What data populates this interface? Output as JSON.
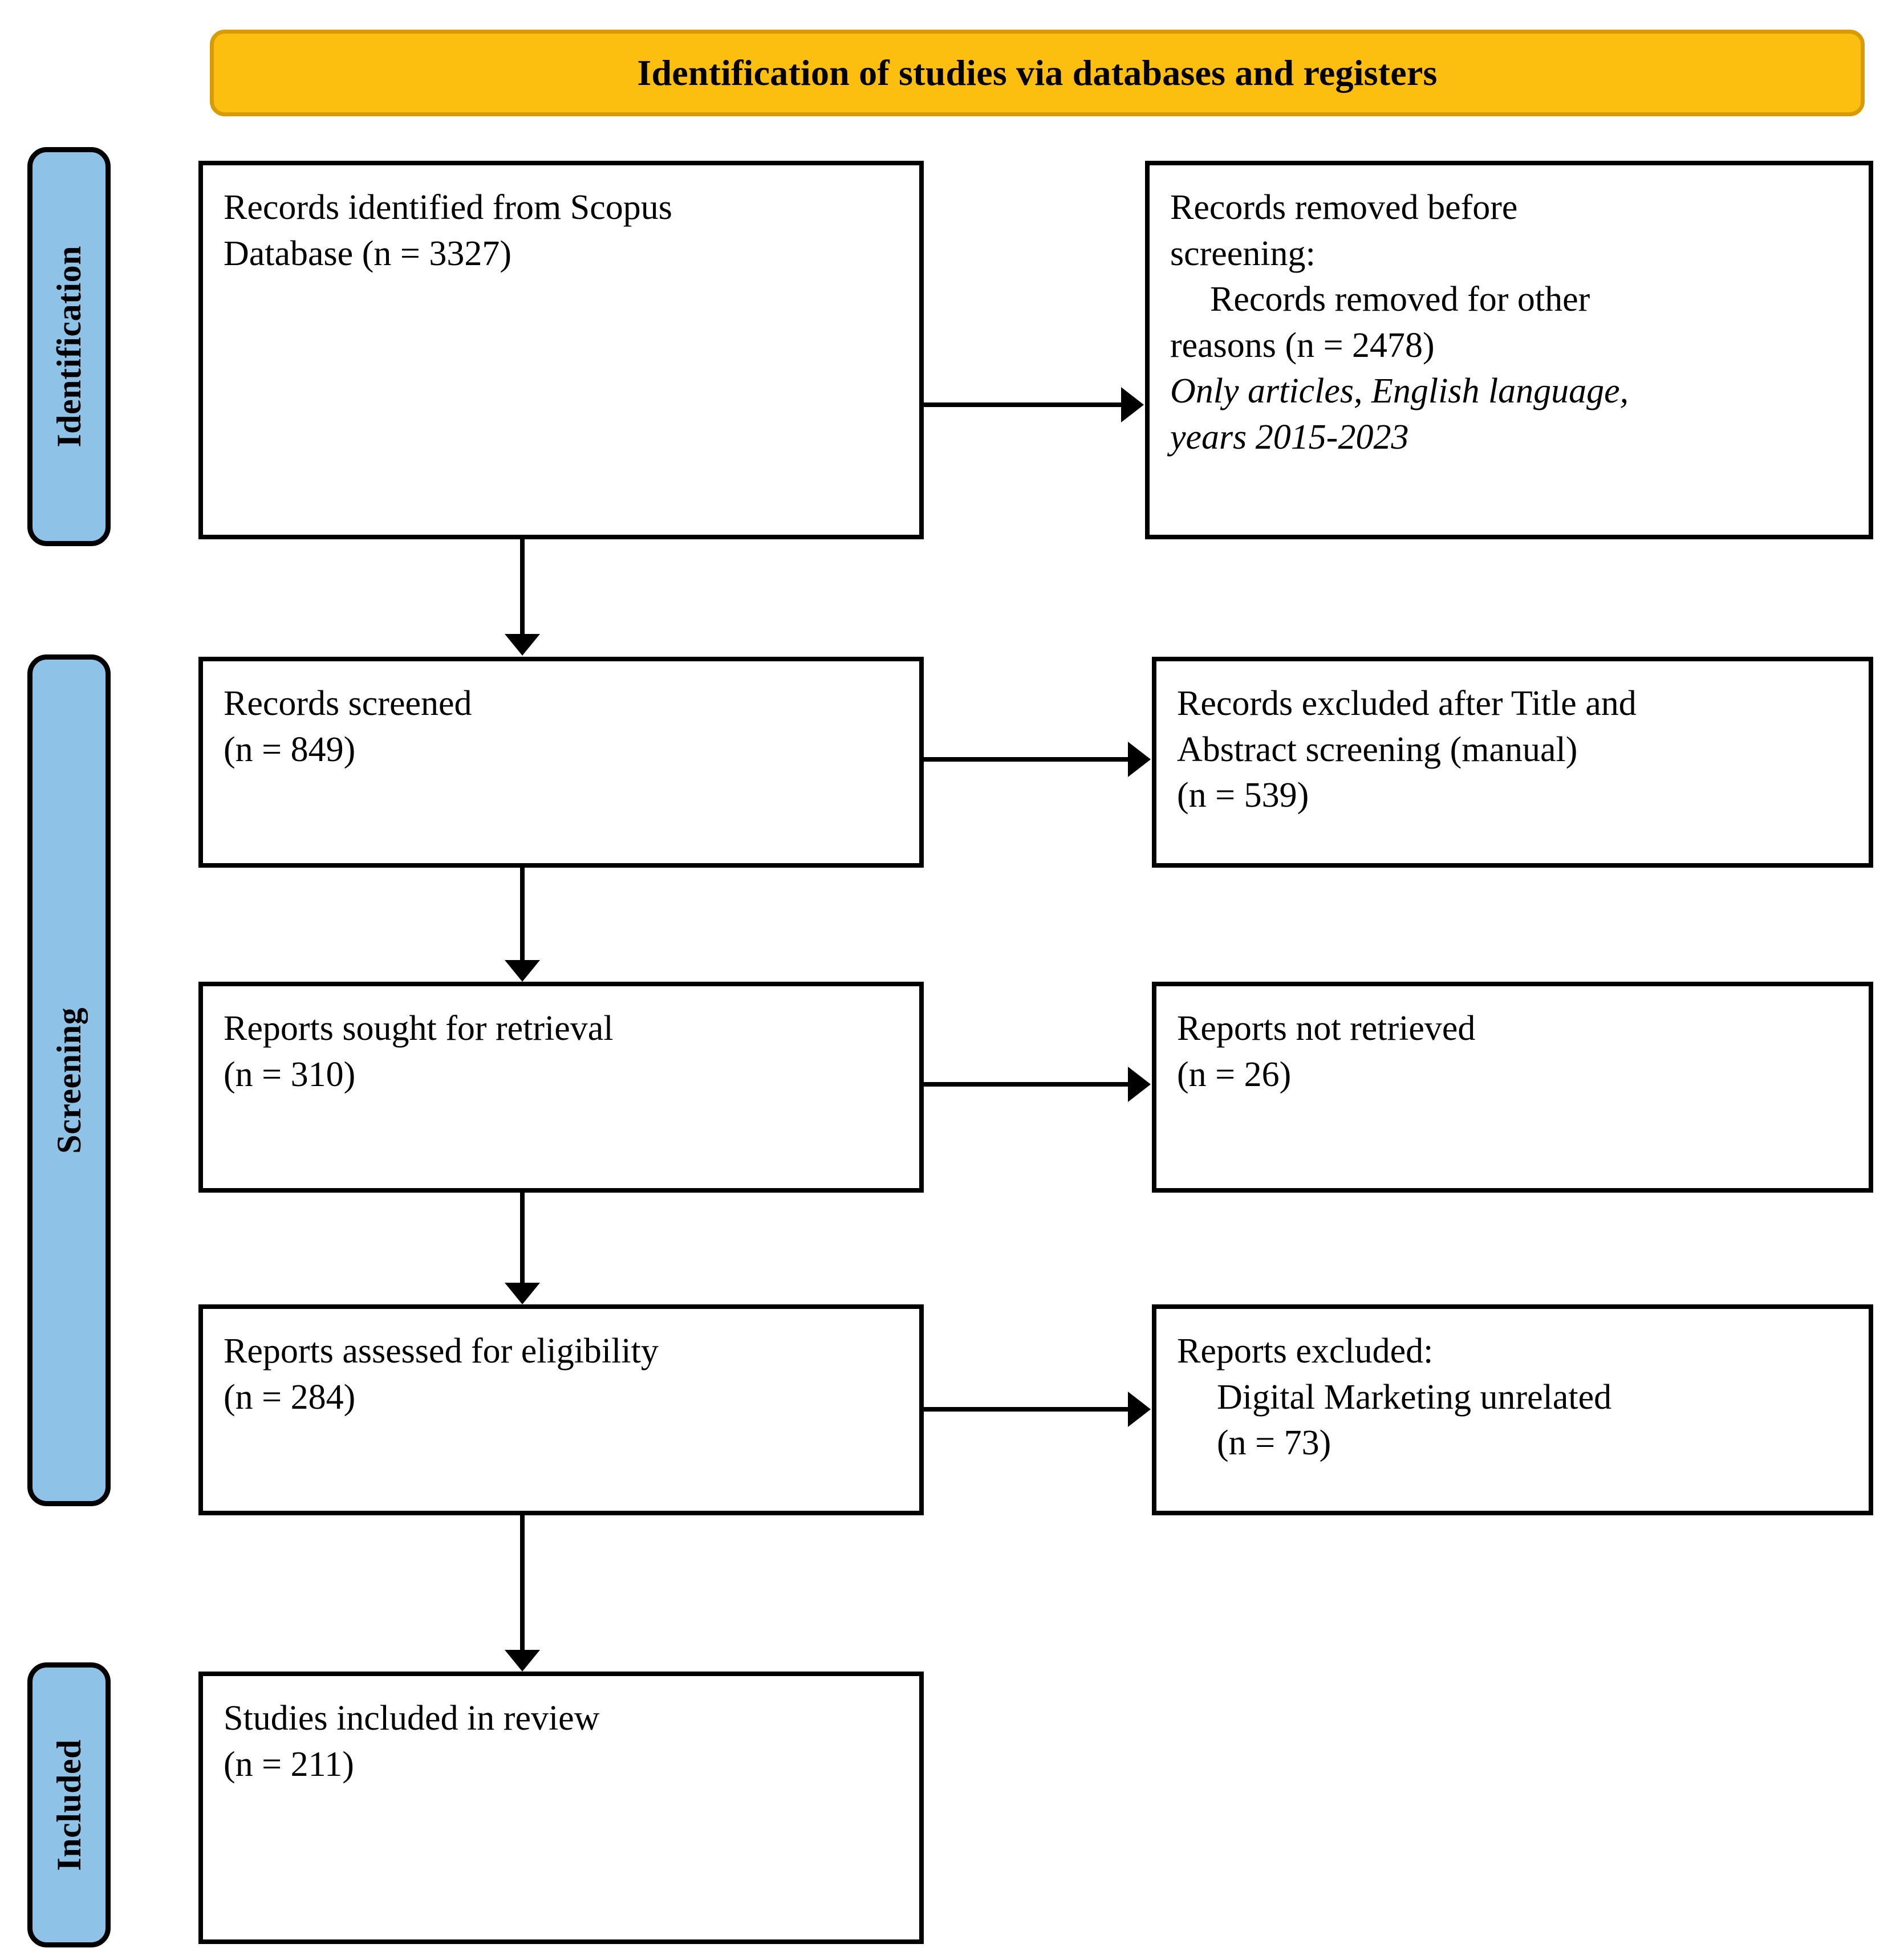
{
  "header": {
    "title": "Identification of studies via databases and registers",
    "background_color": "#FCBE0F",
    "border_color": "#D79B06"
  },
  "stages": [
    {
      "id": "identification",
      "label": "Identification",
      "color": "#8FC2E7"
    },
    {
      "id": "screening",
      "label": "Screening",
      "color": "#8FC2E7"
    },
    {
      "id": "included",
      "label": "Included",
      "color": "#8FC2E7"
    }
  ],
  "boxes": {
    "identified": {
      "line1": "Records identified from Scopus",
      "line2": "Database (n = 3327)"
    },
    "removed_before_screening": {
      "line1_normal": "Records removed ",
      "line1_italic": "before",
      "line2_italic": "screening",
      "line2_normal": ":",
      "line3": "Records removed for other",
      "line4": "reasons (n = 2478)",
      "line5": "Only articles, English language,",
      "line6": "years 2015-2023"
    },
    "screened": {
      "line1": "Records screened",
      "line2": "(n = 849)"
    },
    "excluded_title_abstract": {
      "line1": "Records excluded after Title and",
      "line2": "Abstract screening (manual)",
      "line3": "(n = 539)"
    },
    "sought_for_retrieval": {
      "line1": "Reports sought for retrieval",
      "line2": "(n = 310)"
    },
    "not_retrieved": {
      "line1": "Reports not retrieved",
      "line2": "(n = 26)"
    },
    "assessed_for_eligibility": {
      "line1": "Reports assessed for eligibility",
      "line2": "(n = 284)"
    },
    "reports_excluded": {
      "line1": "Reports excluded:",
      "line2": "Digital Marketing unrelated",
      "line3": "(n = 73)"
    },
    "studies_included": {
      "line1": "Studies included in review",
      "line2": "(n = 211)"
    }
  },
  "chart_data": {
    "type": "diagram",
    "title": "Identification of studies via databases and registers",
    "nodes": [
      {
        "stage": "Identification",
        "label": "Records identified from Scopus Database",
        "n": 3327
      },
      {
        "stage": "Identification",
        "label": "Records removed before screening: Records removed for other reasons",
        "n": 2478
      },
      {
        "stage": "Screening",
        "label": "Records screened",
        "n": 849
      },
      {
        "stage": "Screening",
        "label": "Records excluded after Title and Abstract screening (manual)",
        "n": 539
      },
      {
        "stage": "Screening",
        "label": "Reports sought for retrieval",
        "n": 310
      },
      {
        "stage": "Screening",
        "label": "Reports not retrieved",
        "n": 26
      },
      {
        "stage": "Screening",
        "label": "Reports assessed for eligibility",
        "n": 284
      },
      {
        "stage": "Screening",
        "label": "Reports excluded: Digital Marketing unrelated",
        "n": 73
      },
      {
        "stage": "Included",
        "label": "Studies included in review",
        "n": 211
      }
    ]
  }
}
